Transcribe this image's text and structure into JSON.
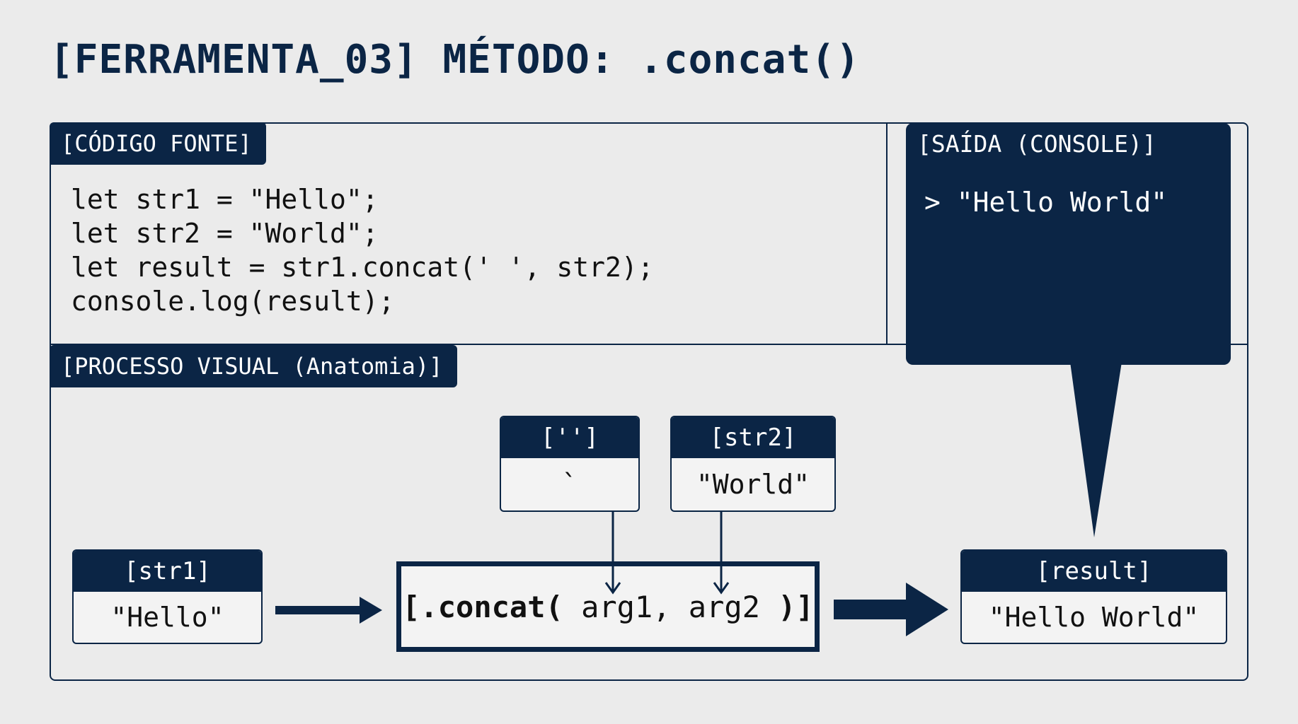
{
  "title": "[FERRAMENTA_03] MÉTODO: .concat()",
  "code_panel": {
    "label": "[CÓDIGO FONTE]",
    "lines": [
      "let str1 = \"Hello\";",
      "let str2 = \"World\";",
      "let result = str1.concat(' ', str2);",
      "console.log(result);"
    ]
  },
  "console_panel": {
    "label": "[SAÍDA (CONSOLE)]",
    "output": "> \"Hello World\""
  },
  "visual_panel": {
    "label": "[PROCESSO VISUAL (Anatomia)]",
    "boxes": {
      "space": {
        "label": "['']",
        "value": "`"
      },
      "str2": {
        "label": "[str2]",
        "value": "\"World\""
      },
      "str1": {
        "label": "[str1]",
        "value": "\"Hello\""
      },
      "result": {
        "label": "[result]",
        "value": "\"Hello World\""
      }
    },
    "method": {
      "open": "[.concat(",
      "args": " arg1, arg2 ",
      "close": ")]"
    }
  },
  "colors": {
    "navy": "#0b2545",
    "background": "#ebebeb",
    "box_fill": "#f3f3f3"
  }
}
